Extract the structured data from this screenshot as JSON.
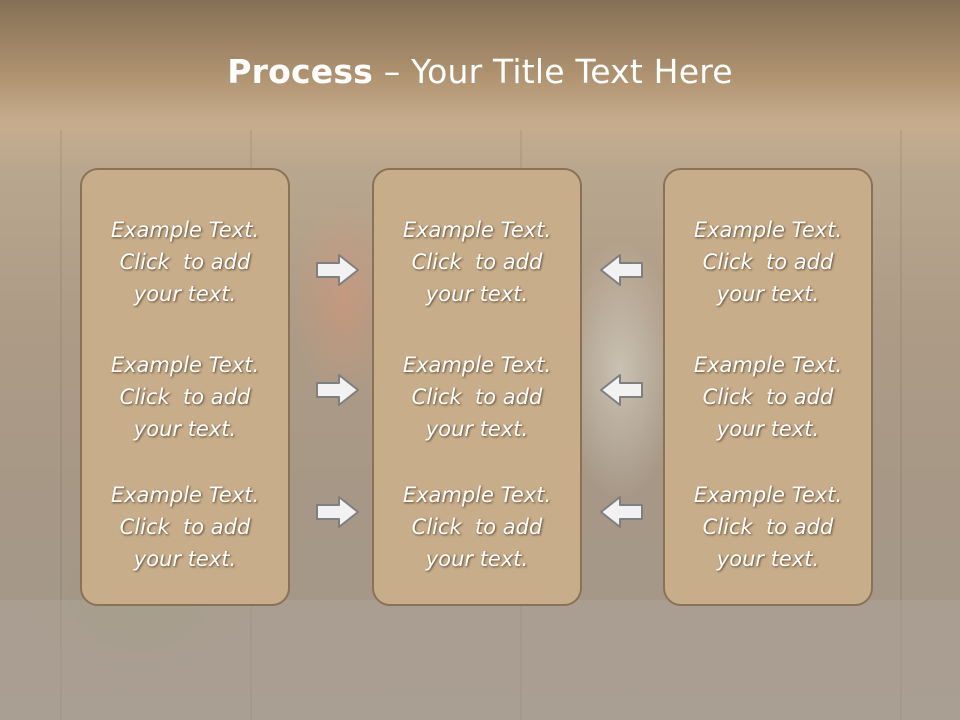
{
  "slide": {
    "title_bold": "Process",
    "title_rest": " – Your Title Text Here"
  },
  "columns": [
    {
      "items": [
        {
          "line1": "Example Text.",
          "line2": "Click  to add",
          "line3": "your text."
        },
        {
          "line1": "Example Text.",
          "line2": "Click  to add",
          "line3": "your text."
        },
        {
          "line1": "Example Text.",
          "line2": "Click  to add",
          "line3": "your text."
        }
      ]
    },
    {
      "items": [
        {
          "line1": "Example Text.",
          "line2": "Click  to add",
          "line3": "your text."
        },
        {
          "line1": "Example Text.",
          "line2": "Click  to add",
          "line3": "your text."
        },
        {
          "line1": "Example Text.",
          "line2": "Click  to add",
          "line3": "your text."
        }
      ]
    },
    {
      "items": [
        {
          "line1": "Example Text.",
          "line2": "Click  to add",
          "line3": "your text."
        },
        {
          "line1": "Example Text.",
          "line2": "Click  to add",
          "line3": "your text."
        },
        {
          "line1": "Example Text.",
          "line2": "Click  to add",
          "line3": "your text."
        }
      ]
    }
  ],
  "arrows": {
    "left_to_center": "right-arrow-icon",
    "right_to_center": "left-arrow-icon"
  },
  "colors": {
    "box_fill": "#c8ad8a",
    "box_border": "#8a7256",
    "text": "#ffffff",
    "arrow_stroke": "#7f7f7f"
  }
}
